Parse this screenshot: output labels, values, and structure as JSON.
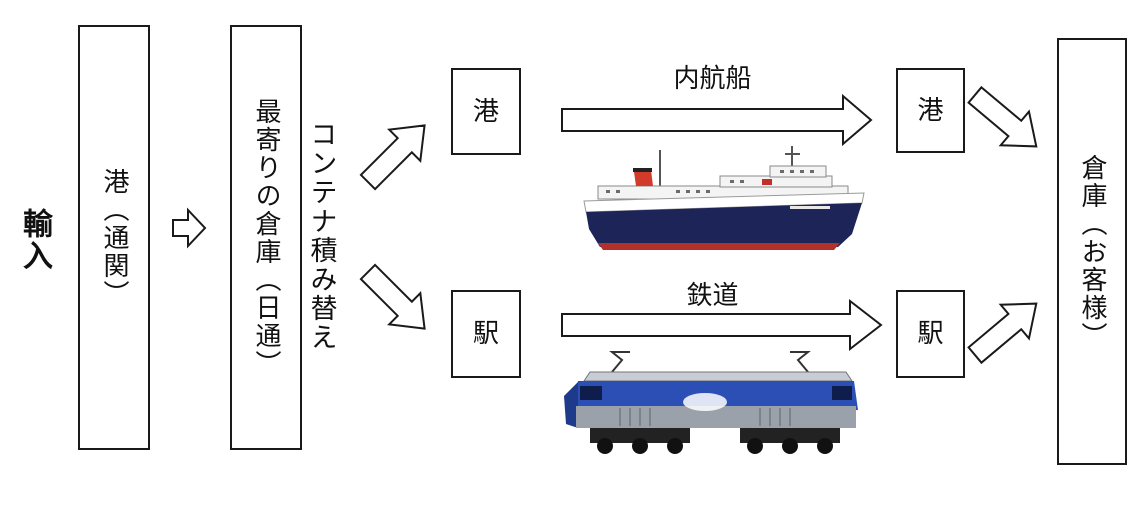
{
  "import_label": "輸入",
  "nodes": {
    "customs_port": "港（通関）",
    "nearest_warehouse": "最寄りの倉庫（日通）",
    "container_transfer": "コンテナ積み替え",
    "origin_port": "港",
    "origin_station": "駅",
    "dest_port": "港",
    "dest_station": "駅",
    "customer_warehouse": "倉庫（お客様）"
  },
  "routes": {
    "sea": "内航船",
    "rail": "鉄道"
  },
  "illustrations": {
    "sea": "ship-illustration",
    "rail": "locomotive-illustration"
  },
  "colors": {
    "ship_hull": "#1c2458",
    "ship_waterline": "#b3312c",
    "ship_funnel": "#d23a2a",
    "train_body": "#2b4fb5",
    "train_lower": "#9aa1aa"
  }
}
